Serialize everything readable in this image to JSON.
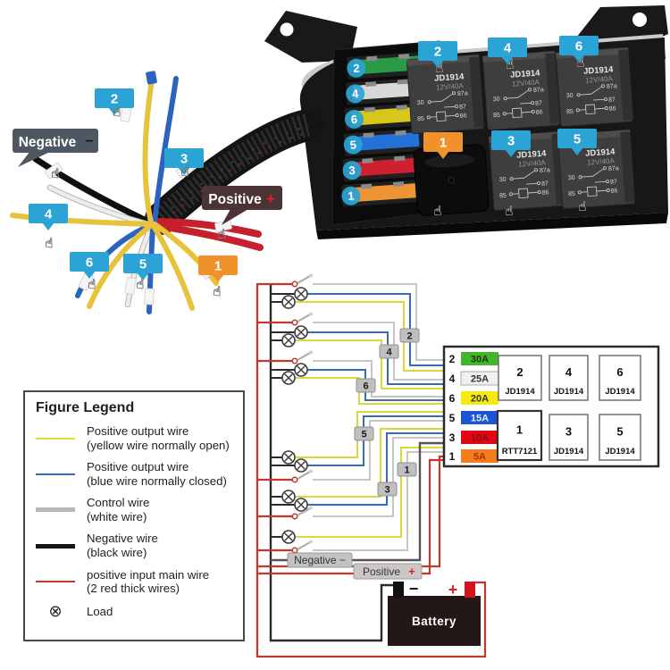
{
  "photo": {
    "negative_label": "Negative",
    "negative_sign": "−",
    "positive_label": "Positive",
    "positive_sign": "+",
    "fuses": [
      {
        "num": "2",
        "color": "#2a9b45"
      },
      {
        "num": "4",
        "color": "#d8d8d8"
      },
      {
        "num": "6",
        "color": "#d9c61b"
      },
      {
        "num": "5",
        "color": "#2471d8"
      },
      {
        "num": "3",
        "color": "#cf2030"
      },
      {
        "num": "1",
        "color": "#ef9433"
      }
    ],
    "relay_tags": [
      "2",
      "4",
      "6",
      "1",
      "3",
      "5"
    ],
    "wire_tags": [
      "2",
      "3",
      "4",
      "6",
      "5",
      "1"
    ],
    "relay_model": "JD1914",
    "relay_rating": "12V/40A",
    "relay_pins": {
      "p30": "30",
      "p85": "85",
      "p86": "86",
      "p87": "87",
      "p87a": "87a"
    }
  },
  "legend": {
    "title": "Figure Legend",
    "items": [
      {
        "line1": "Positive output wire",
        "line2": "(yellow wire normally open)"
      },
      {
        "line1": "Positive output wire",
        "line2": "(blue wire normally closed)"
      },
      {
        "line1": "Control wire",
        "line2": "(white wire)"
      },
      {
        "line1": "Negative wire",
        "line2": "(black wire)"
      },
      {
        "line1": "positive input main wire",
        "line2": "(2 red thick wires)"
      },
      {
        "line1": "Load",
        "line2": ""
      }
    ]
  },
  "diagram": {
    "fuses": [
      {
        "num": "2",
        "amp": "30A",
        "color": "#44b42c",
        "text_color": "#173a06"
      },
      {
        "num": "4",
        "amp": "25A",
        "color": "#f0f0ee",
        "text_color": "#333333"
      },
      {
        "num": "6",
        "amp": "20A",
        "color": "#f4ea0e",
        "text_color": "#333333"
      },
      {
        "num": "5",
        "amp": "15A",
        "color": "#1c55d4",
        "text_color": "#e8eeff"
      },
      {
        "num": "3",
        "amp": "10A",
        "color": "#e20613",
        "text_color": "#8d0d0d"
      },
      {
        "num": "1",
        "amp": "5A",
        "color": "#f47d20",
        "text_color": "#b33000"
      }
    ],
    "relays": [
      {
        "num": "2",
        "model": "JD1914"
      },
      {
        "num": "4",
        "model": "JD1914"
      },
      {
        "num": "6",
        "model": "JD1914"
      },
      {
        "num": "1",
        "model": "RTT7121"
      },
      {
        "num": "3",
        "model": "JD1914"
      },
      {
        "num": "5",
        "model": "JD1914"
      }
    ],
    "wire_tags": [
      "2",
      "4",
      "6",
      "5",
      "3",
      "1"
    ],
    "negative_tag": "Negative −",
    "positive_tag": "Positive",
    "positive_sign": "+",
    "battery": {
      "label": "Battery",
      "minus": "−",
      "plus": "+"
    }
  },
  "icons": {
    "hand_cursor": "☝",
    "load_symbol": "⊗"
  },
  "colors": {
    "tag_blue": "#2ba3d4",
    "tag_orange": "#f0922c",
    "negative_tag_bg": "#4e5862",
    "positive_tag_bg": "#4a3435",
    "plus_red": "#e8192c",
    "wire_yellow": "#dcd83a",
    "wire_blue": "#3a6cb4",
    "wire_white": "#c6c6c6",
    "wire_black": "#2b2b2b",
    "wire_red": "#c0392b"
  }
}
